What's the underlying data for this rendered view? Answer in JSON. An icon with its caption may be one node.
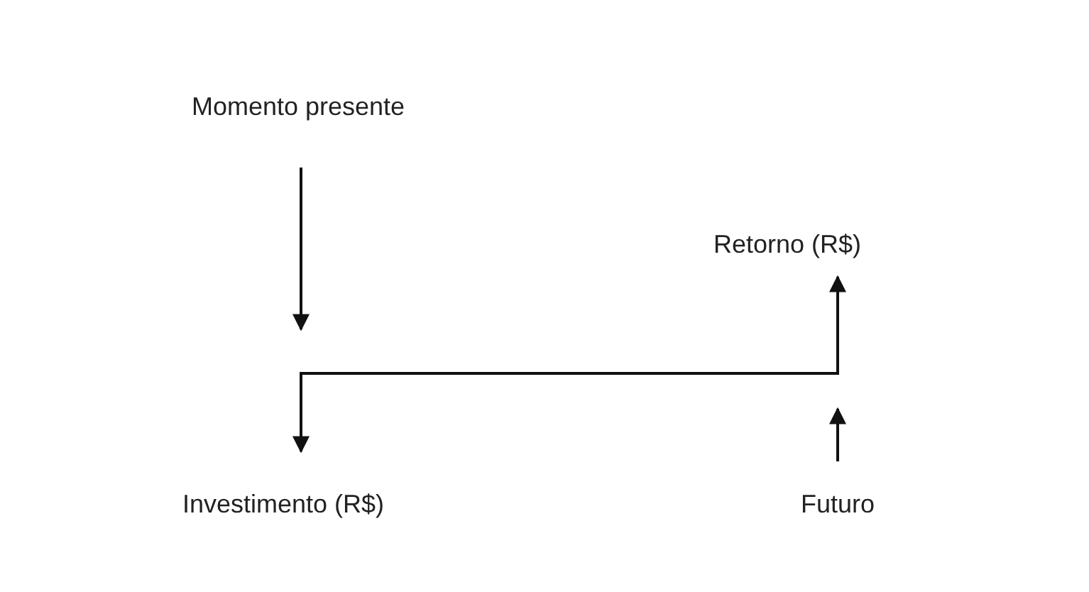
{
  "diagram": {
    "nodes": [
      {
        "text": [
          "Momento presente"
        ]
      },
      {
        "text": [
          "Retorno (R$)"
        ]
      },
      {
        "text": [
          "Investimento (R$)"
        ]
      },
      {
        "text": [
          "Futuro"
        ]
      },
      {
        "text": [],
        "shape": "bar"
      }
    ],
    "edges": [
      {
        "from": 0,
        "to": 4,
        "arrow": "to"
      },
      {
        "from": 4,
        "to": 2,
        "arrow": "to"
      },
      {
        "from": 4,
        "to": 1,
        "arrow": "to"
      },
      {
        "from": 3,
        "to": 4,
        "arrow": "to"
      }
    ]
  }
}
